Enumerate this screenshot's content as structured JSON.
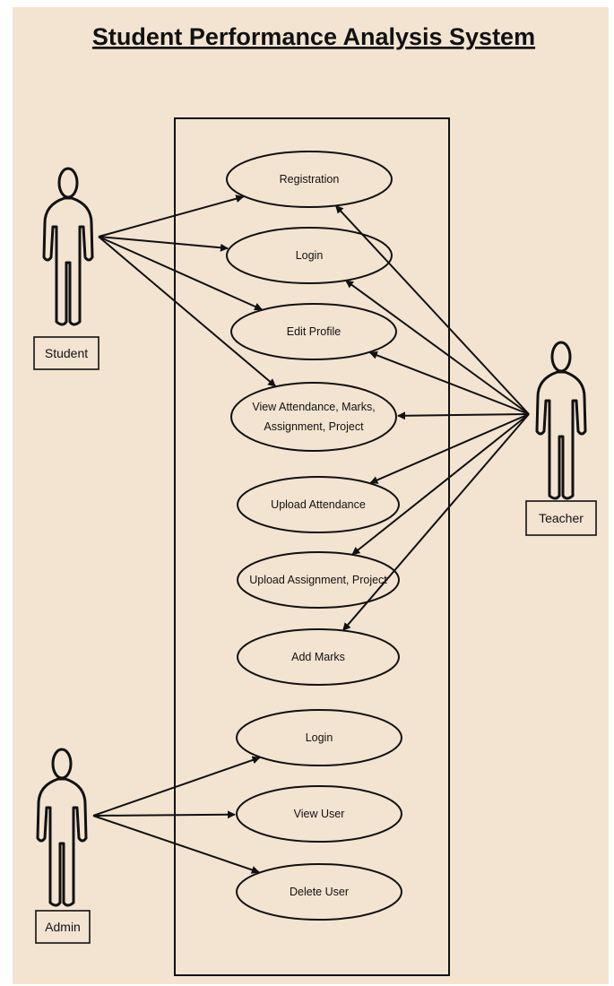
{
  "title": "Student Performance Analysis System",
  "actors": {
    "student": {
      "label": "Student"
    },
    "teacher": {
      "label": "Teacher"
    },
    "admin": {
      "label": "Admin"
    }
  },
  "use_cases": {
    "registration": {
      "lines": [
        "Registration"
      ]
    },
    "login_student": {
      "lines": [
        "Login"
      ]
    },
    "edit_profile": {
      "lines": [
        "Edit Profile"
      ]
    },
    "view_attendance": {
      "lines": [
        "View Attendance, Marks,",
        "Assignment, Project"
      ]
    },
    "upload_attendance": {
      "lines": [
        "Upload Attendance"
      ]
    },
    "upload_assignment": {
      "lines": [
        "Upload Assignment, Project"
      ]
    },
    "add_marks": {
      "lines": [
        "Add Marks"
      ]
    },
    "login_admin": {
      "lines": [
        "Login"
      ]
    },
    "view_user": {
      "lines": [
        "View User"
      ]
    },
    "delete_user": {
      "lines": [
        "Delete User"
      ]
    }
  },
  "associations": [
    {
      "from": "student",
      "to": "registration"
    },
    {
      "from": "student",
      "to": "login_student"
    },
    {
      "from": "student",
      "to": "edit_profile"
    },
    {
      "from": "student",
      "to": "view_attendance"
    },
    {
      "from": "teacher",
      "to": "registration"
    },
    {
      "from": "teacher",
      "to": "login_student"
    },
    {
      "from": "teacher",
      "to": "edit_profile"
    },
    {
      "from": "teacher",
      "to": "view_attendance"
    },
    {
      "from": "teacher",
      "to": "upload_attendance"
    },
    {
      "from": "teacher",
      "to": "upload_assignment"
    },
    {
      "from": "teacher",
      "to": "add_marks"
    },
    {
      "from": "admin",
      "to": "login_admin"
    },
    {
      "from": "admin",
      "to": "view_user"
    },
    {
      "from": "admin",
      "to": "delete_user"
    }
  ]
}
